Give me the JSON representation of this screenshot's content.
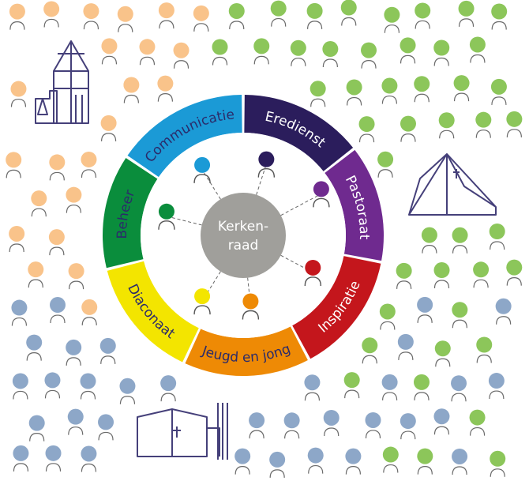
{
  "center": {
    "line1": "Kerken-",
    "line2": "raad",
    "color": "#a09f9b"
  },
  "segments": [
    {
      "key": "eredienst",
      "label": "Eredienst",
      "color": "#2b1d5c",
      "text_color": "#ffffff"
    },
    {
      "key": "pastoraat",
      "label": "Pastoraat",
      "color": "#6f2a8f",
      "text_color": "#ffffff"
    },
    {
      "key": "inspiratie",
      "label": "Inspiratie",
      "color": "#c4161c",
      "text_color": "#ffffff"
    },
    {
      "key": "jeugd",
      "label": "Jeugd en jong",
      "color": "#ee8a05",
      "text_color": "#2b2b6a"
    },
    {
      "key": "diaconaat",
      "label": "Diaconaat",
      "color": "#f3e500",
      "text_color": "#2b2b6a"
    },
    {
      "key": "beheer",
      "label": "Beheer",
      "color": "#0a8d3c",
      "text_color": "#2b2b6a"
    },
    {
      "key": "communicatie",
      "label": "Communicatie",
      "color": "#1b9ad6",
      "text_color": "#2b2b6a"
    }
  ],
  "colors": {
    "ring_border": "#ffffff",
    "inner_fill": "#ffffff",
    "crowd_orange": "#f9c38a",
    "crowd_green": "#8cc65a",
    "crowd_blue": "#8da7c8",
    "outline": "#45407a"
  },
  "icons": [
    "church-tower-icon",
    "church-tent-icon",
    "church-modern-icon"
  ]
}
